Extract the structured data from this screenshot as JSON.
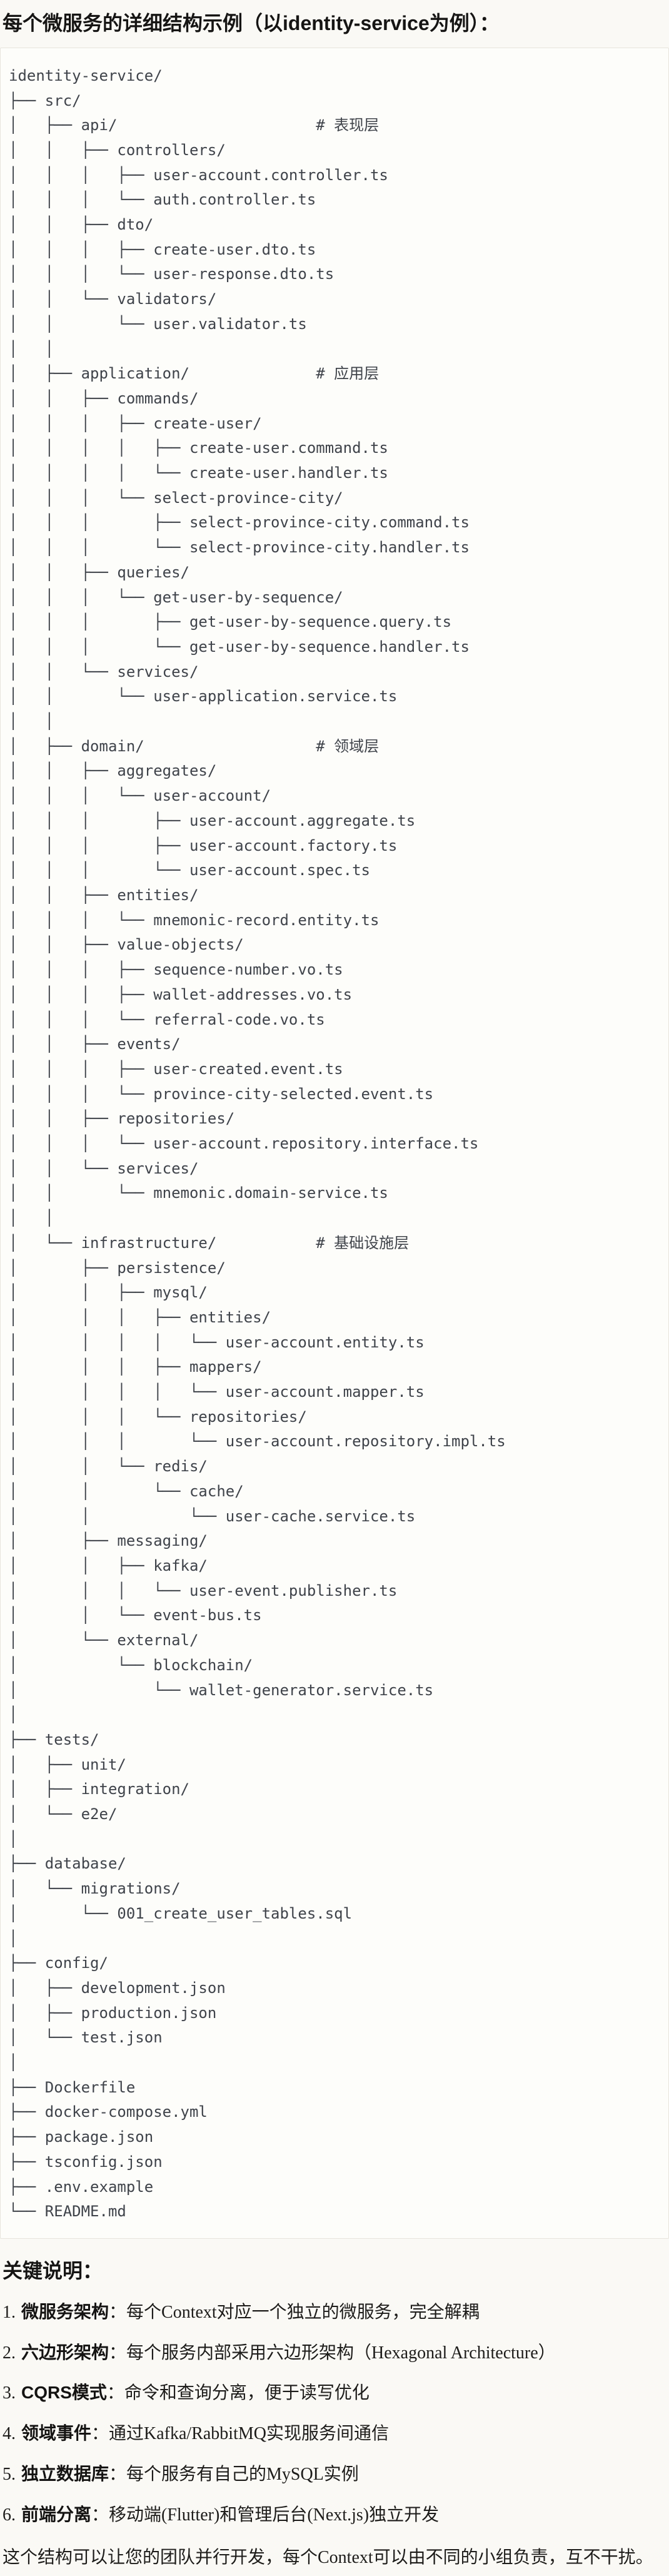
{
  "colors": {
    "page-bg": "#faf9f5",
    "code-bg": "#fdfdfa",
    "code-border": "#e7e4dd",
    "code-text": "#3f434a",
    "text": "#1d1c1a"
  },
  "header": {
    "title": "每个微服务的详细结构示例（以identity-service为例）："
  },
  "tree": {
    "language": "text",
    "lines": [
      "identity-service/",
      "├── src/",
      "│   ├── api/                      # 表现层",
      "│   │   ├── controllers/",
      "│   │   │   ├── user-account.controller.ts",
      "│   │   │   └── auth.controller.ts",
      "│   │   ├── dto/",
      "│   │   │   ├── create-user.dto.ts",
      "│   │   │   └── user-response.dto.ts",
      "│   │   └── validators/",
      "│   │       └── user.validator.ts",
      "│   │",
      "│   ├── application/              # 应用层",
      "│   │   ├── commands/",
      "│   │   │   ├── create-user/",
      "│   │   │   │   ├── create-user.command.ts",
      "│   │   │   │   └── create-user.handler.ts",
      "│   │   │   └── select-province-city/",
      "│   │   │       ├── select-province-city.command.ts",
      "│   │   │       └── select-province-city.handler.ts",
      "│   │   ├── queries/",
      "│   │   │   └── get-user-by-sequence/",
      "│   │   │       ├── get-user-by-sequence.query.ts",
      "│   │   │       └── get-user-by-sequence.handler.ts",
      "│   │   └── services/",
      "│   │       └── user-application.service.ts",
      "│   │",
      "│   ├── domain/                   # 领域层",
      "│   │   ├── aggregates/",
      "│   │   │   └── user-account/",
      "│   │   │       ├── user-account.aggregate.ts",
      "│   │   │       ├── user-account.factory.ts",
      "│   │   │       └── user-account.spec.ts",
      "│   │   ├── entities/",
      "│   │   │   └── mnemonic-record.entity.ts",
      "│   │   ├── value-objects/",
      "│   │   │   ├── sequence-number.vo.ts",
      "│   │   │   ├── wallet-addresses.vo.ts",
      "│   │   │   └── referral-code.vo.ts",
      "│   │   ├── events/",
      "│   │   │   ├── user-created.event.ts",
      "│   │   │   └── province-city-selected.event.ts",
      "│   │   ├── repositories/",
      "│   │   │   └── user-account.repository.interface.ts",
      "│   │   └── services/",
      "│   │       └── mnemonic.domain-service.ts",
      "│   │",
      "│   └── infrastructure/           # 基础设施层",
      "│       ├── persistence/",
      "│       │   ├── mysql/",
      "│       │   │   ├── entities/",
      "│       │   │   │   └── user-account.entity.ts",
      "│       │   │   ├── mappers/",
      "│       │   │   │   └── user-account.mapper.ts",
      "│       │   │   └── repositories/",
      "│       │   │       └── user-account.repository.impl.ts",
      "│       │   └── redis/",
      "│       │       └── cache/",
      "│       │           └── user-cache.service.ts",
      "│       ├── messaging/",
      "│       │   ├── kafka/",
      "│       │   │   └── user-event.publisher.ts",
      "│       │   └── event-bus.ts",
      "│       └── external/",
      "│           └── blockchain/",
      "│               └── wallet-generator.service.ts",
      "│",
      "├── tests/",
      "│   ├── unit/",
      "│   ├── integration/",
      "│   └── e2e/",
      "│",
      "├── database/",
      "│   └── migrations/",
      "│       └── 001_create_user_tables.sql",
      "│",
      "├── config/",
      "│   ├── development.json",
      "│   ├── production.json",
      "│   └── test.json",
      "│",
      "├── Dockerfile",
      "├── docker-compose.yml",
      "├── package.json",
      "├── tsconfig.json",
      "├── .env.example",
      "└── README.md"
    ]
  },
  "notes": {
    "heading": "关键说明：",
    "items": [
      {
        "number": "1.",
        "term": "微服务架构",
        "text": "：每个Context对应一个独立的微服务，完全解耦"
      },
      {
        "number": "2.",
        "term": "六边形架构",
        "text": "：每个服务内部采用六边形架构（Hexagonal Architecture）"
      },
      {
        "number": "3.",
        "term": "CQRS模式",
        "text": "：命令和查询分离，便于读写优化"
      },
      {
        "number": "4.",
        "term": "领域事件",
        "text": "：通过Kafka/RabbitMQ实现服务间通信"
      },
      {
        "number": "5.",
        "term": "独立数据库",
        "text": "：每个服务有自己的MySQL实例"
      },
      {
        "number": "6.",
        "term": "前端分离",
        "text": "：移动端(Flutter)和管理后台(Next.js)独立开发"
      }
    ],
    "closing": "这个结构可以让您的团队并行开发，每个Context可以由不同的小组负责，互不干扰。"
  }
}
